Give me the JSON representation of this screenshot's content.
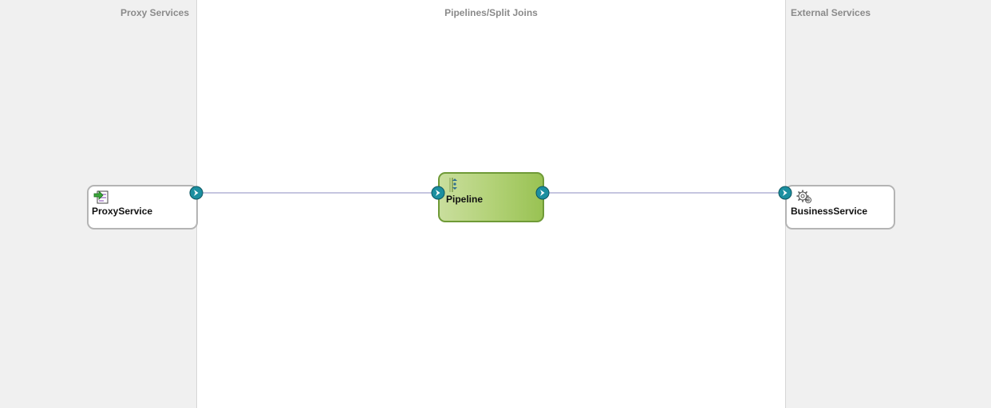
{
  "lanes": {
    "proxy_title": "Proxy Services",
    "pipeline_title": "Pipelines/Split Joins",
    "external_title": "External Services"
  },
  "nodes": {
    "proxy_label": "ProxyService",
    "pipeline_label": "Pipeline",
    "business_label": "BusinessService"
  },
  "colors": {
    "lane_background": "#f0f0f0",
    "wire": "#c5c5e0",
    "port": "#1c8fa0",
    "pipeline_fill": "#b3d278",
    "pipeline_border": "#6f9a37",
    "service_border": "#b4b4b4"
  },
  "icons": {
    "proxy": "proxy-service-icon",
    "pipeline": "pipeline-flow-icon",
    "business": "gear-icon",
    "port": "chevron-right-port-icon"
  }
}
